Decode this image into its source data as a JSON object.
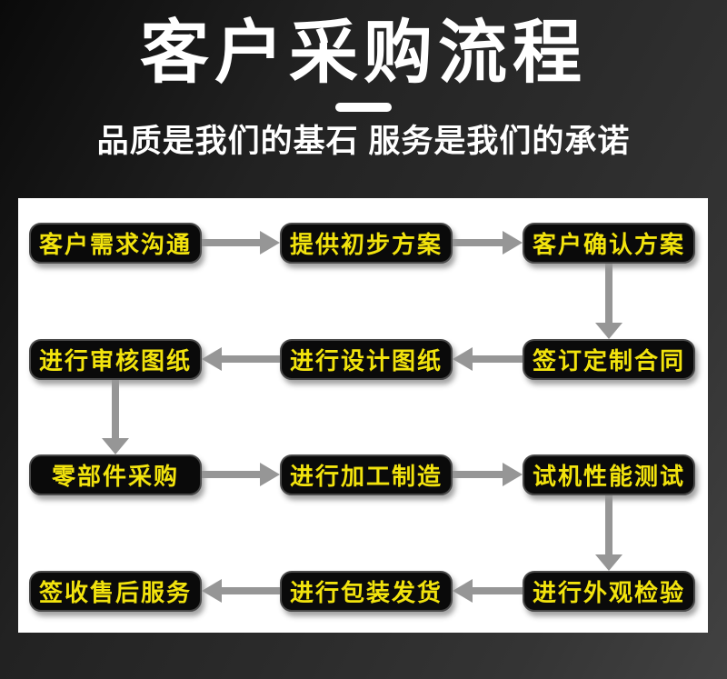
{
  "header": {
    "title": "客户采购流程",
    "subtitle": "品质是我们的基石 服务是我们的承诺"
  },
  "flow": {
    "rows": [
      {
        "direction": "right",
        "boxes": [
          "客户需求沟通",
          "提供初步方案",
          "客户确认方案"
        ]
      },
      {
        "direction": "left",
        "boxes": [
          "进行审核图纸",
          "进行设计图纸",
          "签订定制合同"
        ]
      },
      {
        "direction": "right",
        "boxes": [
          "零部件采购",
          "进行加工制造",
          "试机性能测试"
        ]
      },
      {
        "direction": "left",
        "boxes": [
          "签收售后服务",
          "进行包装发货",
          "进行外观检验"
        ]
      }
    ]
  },
  "colors": {
    "box_bg": "#0a0a0a",
    "box_text": "#f2e30d",
    "arrow": "#969696",
    "panel_bg": "#ffffff",
    "header_text": "#ffffff",
    "page_bg_dark": "#0a0a0a",
    "page_bg_light": "#424242"
  }
}
